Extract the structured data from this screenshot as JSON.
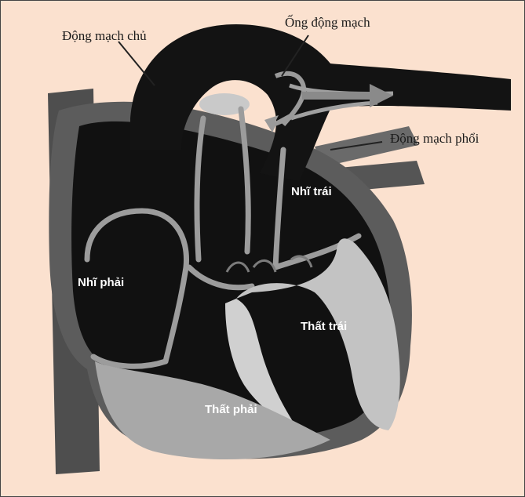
{
  "labels": {
    "aorta": "Động mạch chủ",
    "ductus_arteriosus": "Ống động mạch",
    "pulmonary_artery": "Động mạch phổi",
    "left_atrium": "Nhĩ trái",
    "right_atrium": "Nhĩ phải",
    "left_ventricle": "Thất trái",
    "right_ventricle": "Thất phải"
  },
  "colors": {
    "background": "#fbe1cf",
    "blood_dark": "#121212",
    "wall": "#a9a9a9",
    "septum_light": "#c8c8c8",
    "outer_wall": "#5a5a5a"
  }
}
